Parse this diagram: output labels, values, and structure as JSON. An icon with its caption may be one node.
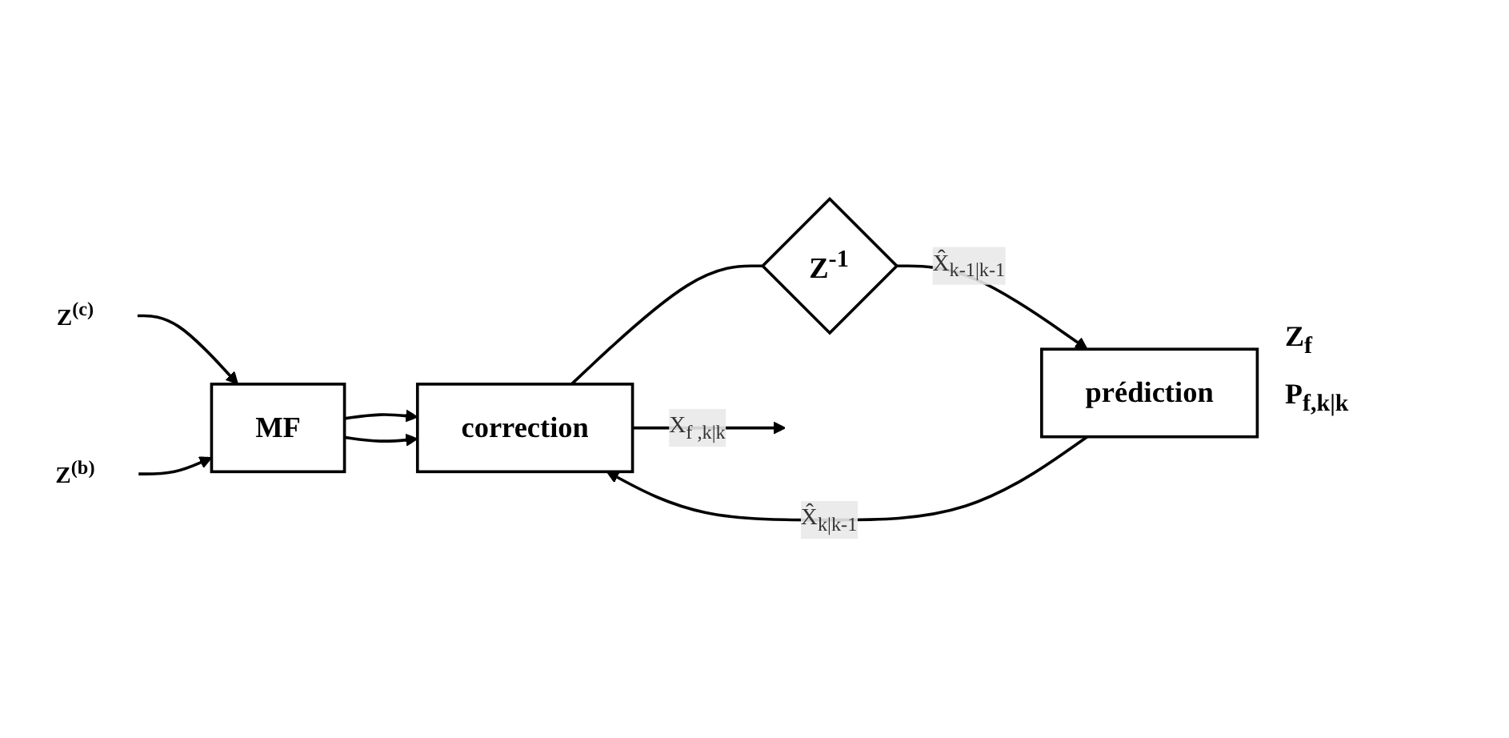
{
  "diagram": {
    "nodes": [
      {
        "text": [
          "Z$^{(c)}$"
        ]
      },
      {
        "text": [
          "Z$^{(b)}$"
        ]
      },
      {
        "text": [
          "MF"
        ]
      },
      {
        "text": [
          "prédiction"
        ]
      },
      {
        "text": [
          "correction"
        ]
      },
      {
        "text": [
          "Z$^{-1}$"
        ]
      }
    ],
    "edges": [
      {
        "from": 0,
        "to": 2,
        "arrow": "to"
      },
      {
        "from": 1,
        "to": 2,
        "arrow": "to"
      },
      {
        "from": 2,
        "to": 4,
        "arrow": "to"
      },
      {
        "from": 2,
        "to": 4,
        "arrow": "to"
      },
      {
        "from": 3,
        "to": 4,
        "label": "X̂$_{k|k-1}$",
        "arrow": "to"
      },
      {
        "from": 4,
        "to": null,
        "label": "X$_{f ,k|k}$",
        "arrow": "to"
      },
      {
        "from": 4,
        "to": 5,
        "arrow": "none"
      },
      {
        "from": 5,
        "to": 3,
        "label": "X̂$_{k-1|k-1}$",
        "arrow": "to"
      }
    ],
    "labels": [
      "Z$_{f}$",
      "P$_{f,k|k}$"
    ]
  }
}
